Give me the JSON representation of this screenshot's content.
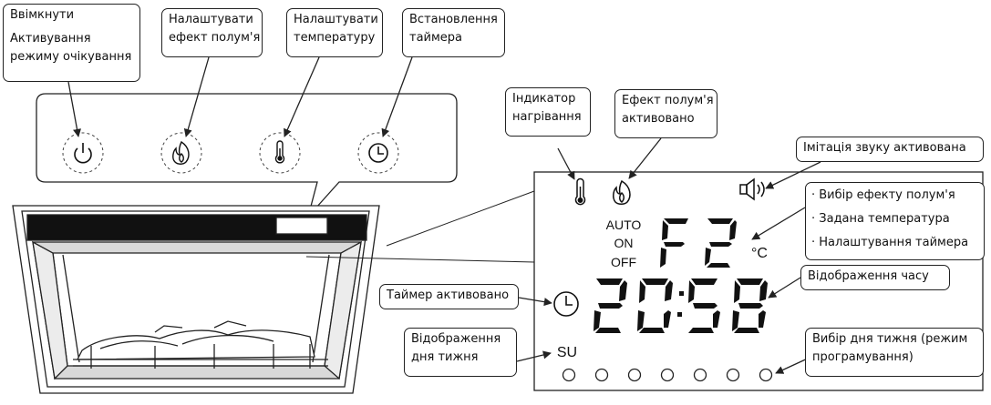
{
  "control_panel": {
    "power_label_line1": "Ввімкнути",
    "power_label_line2": "Активування",
    "power_label_line3": "режиму очікування",
    "flame_label_line1": "Налаштувати",
    "flame_label_line2": "ефект полум'я",
    "temp_label_line1": "Налаштувати",
    "temp_label_line2": "температуру",
    "timer_label_line1": "Встановлення",
    "timer_label_line2": "таймера",
    "icons": [
      "power-icon",
      "flame-icon",
      "thermometer-icon",
      "clock-icon"
    ]
  },
  "display": {
    "mode_auto": "AUTO",
    "mode_on": "ON",
    "mode_off": "OFF",
    "unit": "°C",
    "day": "SU",
    "day_circle_count": 7,
    "icons": [
      "thermometer-icon",
      "flame-icon",
      "speaker-icon",
      "clock-icon"
    ]
  },
  "callouts": {
    "heating_line1": "Індикатор",
    "heating_line2": "нагрівання",
    "flame_on_line1": "Ефект полум'я",
    "flame_on_line2": "активовано",
    "sound": "Імітація звуку активована",
    "settings_items": [
      "Вибір ефекту полум'я",
      "Задана температура",
      "Налаштування таймера"
    ],
    "time": "Відображення часу",
    "timer_on": "Таймер активовано",
    "day_display_line1": "Відображення",
    "day_display_line2": "дня тижня",
    "day_select_line1": "Вибір дня тижня (режим",
    "day_select_line2": "програмування)"
  },
  "colors": {
    "line": "#222222",
    "background": "#ffffff",
    "panel_grey": "#d9d9d9"
  }
}
